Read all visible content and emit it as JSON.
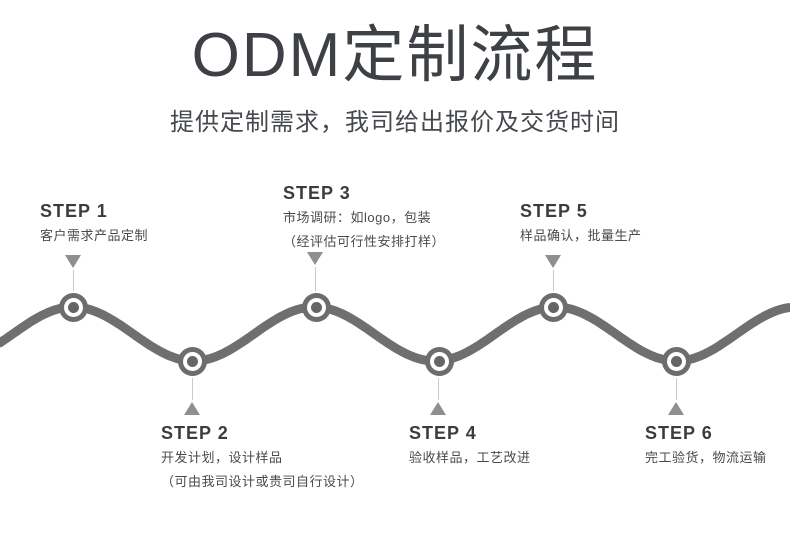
{
  "header": {
    "title": "ODM定制流程",
    "subtitle": "提供定制需求，我司给出报价及交货时间"
  },
  "colors": {
    "title_text": "#3d4045",
    "step_label_text": "#3c3c3c",
    "step_desc_text": "#4a4a4a",
    "wave_stroke": "#6f6f6f",
    "node_ring": "#6d6d6d",
    "node_dot": "#656565",
    "arrow": "#8f8f8f",
    "connector": "#cbcbcb",
    "background": "#ffffff"
  },
  "steps": [
    {
      "label": "STEP 1",
      "side": "top",
      "lines": [
        "客户需求产品定制"
      ]
    },
    {
      "label": "STEP 2",
      "side": "bottom",
      "lines": [
        "开发计划，设计样品",
        "（可由我司设计或贵司自行设计）"
      ]
    },
    {
      "label": "STEP 3",
      "side": "top",
      "lines": [
        "市场调研：如logo，包装",
        "（经评估可行性安排打样）"
      ]
    },
    {
      "label": "STEP 4",
      "side": "bottom",
      "lines": [
        "验收样品，工艺改进"
      ]
    },
    {
      "label": "STEP 5",
      "side": "top",
      "lines": [
        "样品确认，批量生产"
      ]
    },
    {
      "label": "STEP 6",
      "side": "bottom",
      "lines": [
        "完工验货，物流运输"
      ]
    }
  ]
}
